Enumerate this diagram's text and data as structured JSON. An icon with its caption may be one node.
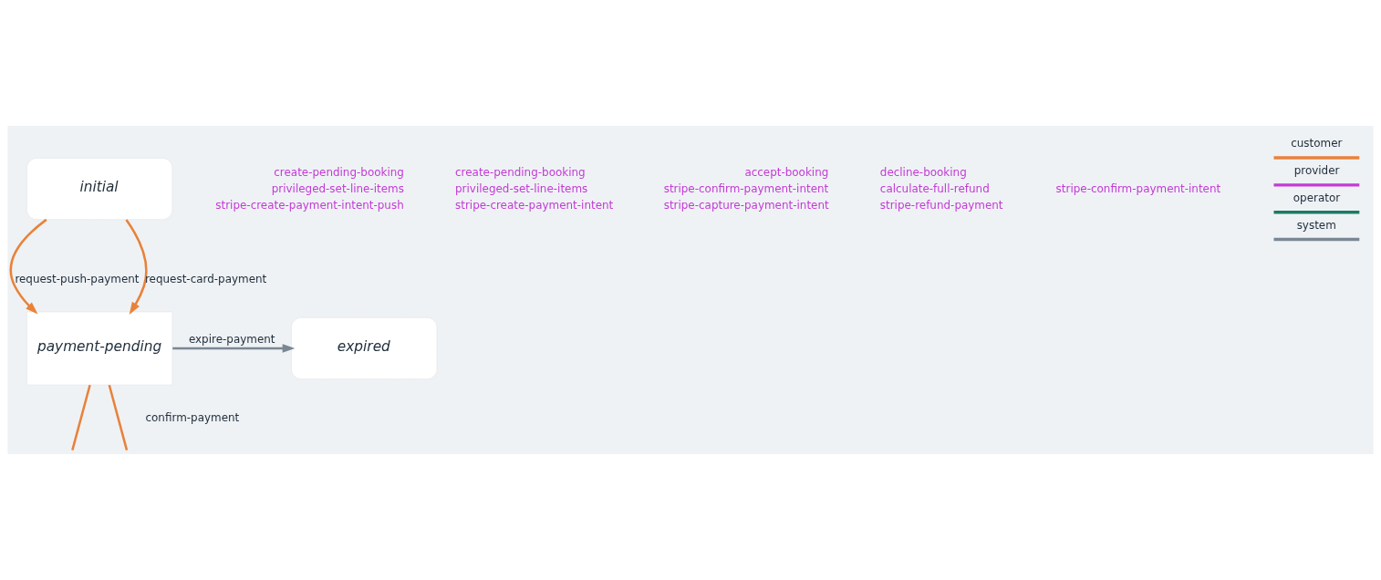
{
  "diagram": {
    "nodes": [
      {
        "text": [
          "initial"
        ]
      },
      {
        "text": [
          "payment-pending"
        ]
      },
      {
        "text": [
          "expired"
        ]
      }
    ],
    "edges": [
      {
        "from": 0,
        "to": 1,
        "arrow": "to",
        "label": "request-push-payment"
      },
      {
        "from": 0,
        "to": 1,
        "arrow": "to",
        "label": "request-card-payment"
      },
      {
        "from": 1,
        "to": 2,
        "arrow": "to",
        "label": "expire-payment",
        "color": "#7a8793"
      },
      {
        "from": 1,
        "to": null,
        "arrow": "none"
      },
      {
        "from": 1,
        "to": null,
        "arrow": "none",
        "label": "confirm-payment"
      }
    ],
    "labels": [
      "create-pending-booking",
      "privileged-set-line-items",
      "stripe-create-payment-intent-push",
      "create-pending-booking",
      "privileged-set-line-items",
      "stripe-create-payment-intent",
      "accept-booking",
      "stripe-confirm-payment-intent",
      "stripe-capture-payment-intent",
      "decline-booking",
      "calculate-full-refund",
      "stripe-refund-payment",
      "stripe-confirm-payment-intent"
    ],
    "legend": [
      {
        "text": "customer"
      },
      {
        "text": "provider"
      },
      {
        "text": "operator"
      },
      {
        "text": "system"
      }
    ]
  }
}
